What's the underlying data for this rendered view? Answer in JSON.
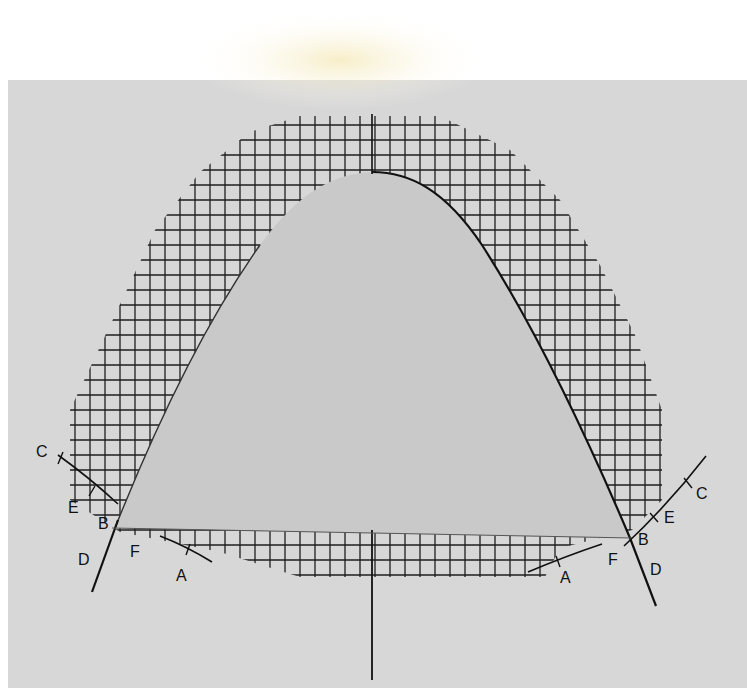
{
  "diagram": {
    "labels": [
      "C",
      "E",
      "B",
      "D",
      "F",
      "A",
      "C",
      "E",
      "B",
      "F",
      "A",
      "D"
    ]
  }
}
